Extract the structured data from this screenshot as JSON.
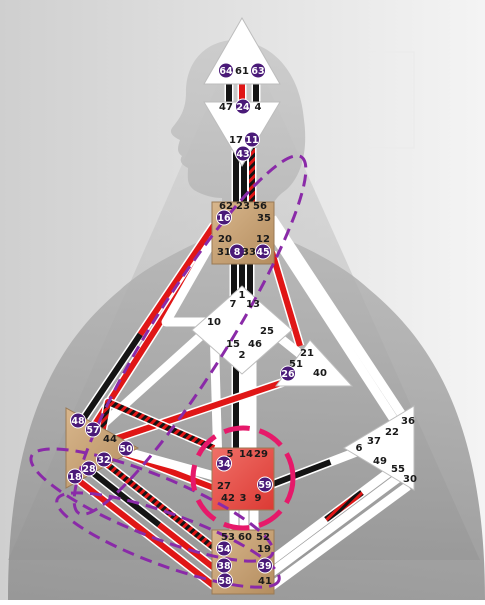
{
  "colors": {
    "background_left": "#cfcfcf",
    "background_right": "#f4f4f4",
    "figure": "#9c9c9c",
    "center_defined": "#c8a57c",
    "center_defined_edge": "#9a7a55",
    "center_sacral_defined": "#e8524a",
    "center_open": "#ffffff",
    "channel_red": "#e01616",
    "channel_black": "#141414",
    "activated_gate": "#4a1a78",
    "dashed_ring": "#8a2aa8",
    "highlight_ring": "#e6196a"
  },
  "centers": {
    "head": {
      "gates": [
        "64",
        "61",
        "63"
      ],
      "activated": [
        "64",
        "63"
      ]
    },
    "ajna": {
      "gates": [
        "47",
        "24",
        "4",
        "17",
        "11",
        "43"
      ],
      "activated": [
        "24",
        "11",
        "43"
      ]
    },
    "throat": {
      "gates": [
        "62",
        "23",
        "56",
        "16",
        "35",
        "20",
        "12",
        "31",
        "8",
        "33",
        "45"
      ],
      "activated": [
        "16",
        "8",
        "45"
      ]
    },
    "g": {
      "gates": [
        "1",
        "7",
        "13",
        "10",
        "25",
        "15",
        "46",
        "2"
      ],
      "activated": []
    },
    "heart": {
      "gates": [
        "21",
        "51",
        "26",
        "40"
      ],
      "activated": [
        "26"
      ]
    },
    "spleen": {
      "gates": [
        "48",
        "57",
        "44",
        "50",
        "32",
        "28",
        "18"
      ],
      "activated": [
        "48",
        "57",
        "50",
        "32",
        "28",
        "18"
      ]
    },
    "sacral": {
      "gates": [
        "5",
        "14",
        "29",
        "34",
        "27",
        "59",
        "42",
        "3",
        "9"
      ],
      "activated": [
        "34",
        "59"
      ]
    },
    "solar_plexus": {
      "gates": [
        "36",
        "22",
        "37",
        "6",
        "49",
        "55",
        "30"
      ],
      "activated": []
    },
    "root": {
      "gates": [
        "53",
        "60",
        "52",
        "54",
        "19",
        "38",
        "39",
        "58",
        "41"
      ],
      "activated": [
        "54",
        "38",
        "39",
        "58"
      ]
    }
  }
}
